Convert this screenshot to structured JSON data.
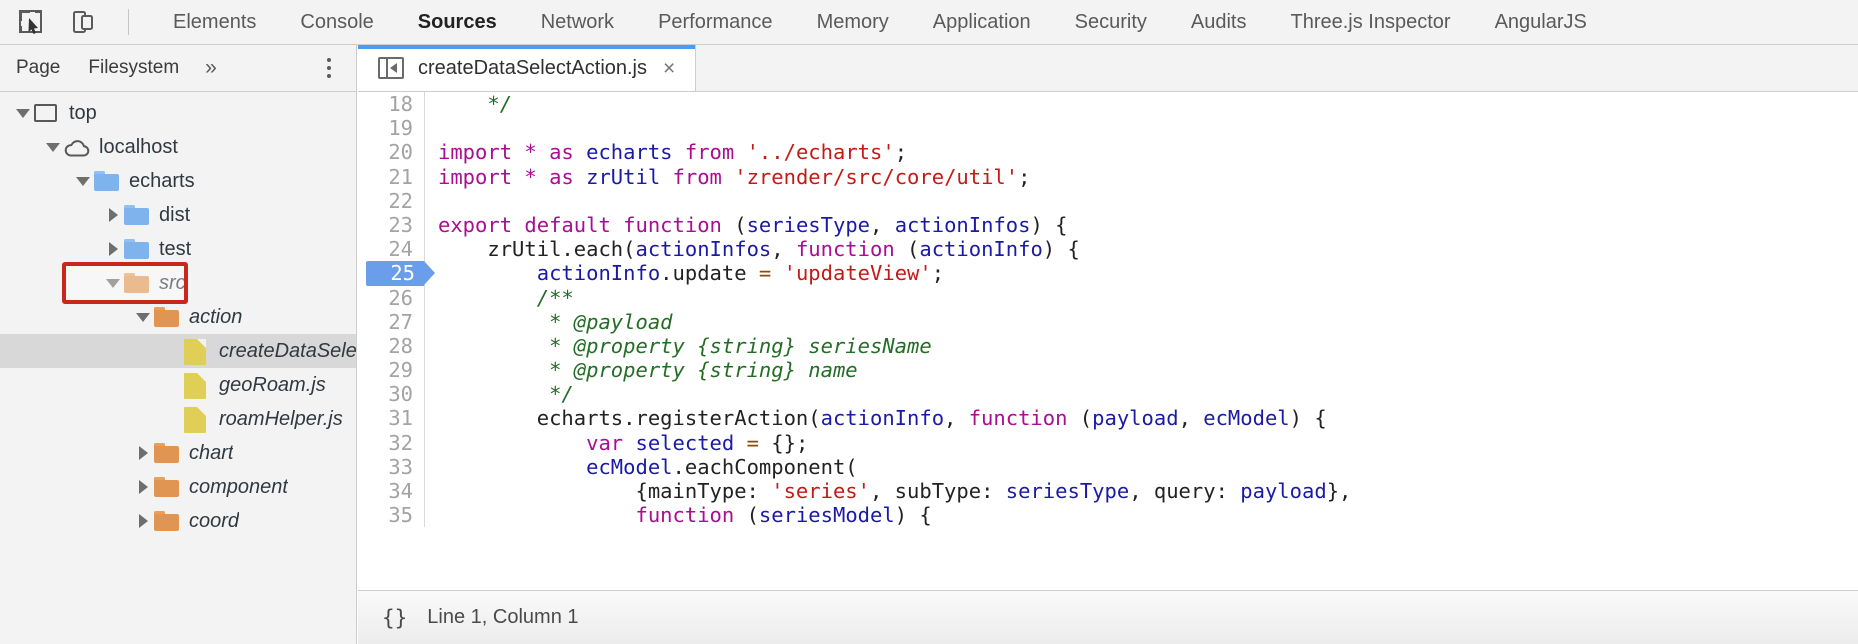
{
  "topbar": {
    "icons": [
      {
        "name": "inspect-element-icon",
        "glyph": "cursor-box"
      },
      {
        "name": "device-toolbar-icon",
        "glyph": "device"
      }
    ],
    "tabs": [
      {
        "label": "Elements",
        "active": false
      },
      {
        "label": "Console",
        "active": false
      },
      {
        "label": "Sources",
        "active": true
      },
      {
        "label": "Network",
        "active": false
      },
      {
        "label": "Performance",
        "active": false
      },
      {
        "label": "Memory",
        "active": false
      },
      {
        "label": "Application",
        "active": false
      },
      {
        "label": "Security",
        "active": false
      },
      {
        "label": "Audits",
        "active": false
      },
      {
        "label": "Three.js Inspector",
        "active": false
      },
      {
        "label": "AngularJS",
        "active": false
      }
    ]
  },
  "sidebar": {
    "tabs": [
      {
        "label": "Page",
        "active": true
      },
      {
        "label": "Filesystem",
        "active": false
      }
    ],
    "more_label": "»",
    "menu_icon": "kebab-menu-icon",
    "tree": [
      {
        "label": "top",
        "icon": "window-icon",
        "state": "expanded",
        "indent": 0,
        "italic": false,
        "selected": false
      },
      {
        "label": "localhost",
        "icon": "cloud-icon",
        "state": "expanded",
        "indent": 1,
        "italic": false,
        "selected": false
      },
      {
        "label": "echarts",
        "icon": "folder-blue-icon",
        "state": "expanded",
        "indent": 2,
        "italic": false,
        "selected": false
      },
      {
        "label": "dist",
        "icon": "folder-blue-icon",
        "state": "collapsed",
        "indent": 3,
        "italic": false,
        "selected": false
      },
      {
        "label": "test",
        "icon": "folder-blue-icon",
        "state": "collapsed",
        "indent": 3,
        "italic": false,
        "selected": false
      },
      {
        "label": "src",
        "icon": "folder-orange-icon",
        "state": "expanded",
        "indent": 3,
        "italic": true,
        "selected": false,
        "annotated": true
      },
      {
        "label": "action",
        "icon": "folder-orange-icon",
        "state": "expanded",
        "indent": 4,
        "italic": true,
        "selected": false
      },
      {
        "label": "createDataSelectAction.js",
        "icon": "file-js-icon",
        "state": "leaf",
        "indent": 5,
        "italic": true,
        "selected": true
      },
      {
        "label": "geoRoam.js",
        "icon": "file-js-icon",
        "state": "leaf",
        "indent": 5,
        "italic": true,
        "selected": false
      },
      {
        "label": "roamHelper.js",
        "icon": "file-js-icon",
        "state": "leaf",
        "indent": 5,
        "italic": true,
        "selected": false
      },
      {
        "label": "chart",
        "icon": "folder-orange-icon",
        "state": "collapsed",
        "indent": 4,
        "italic": true,
        "selected": false
      },
      {
        "label": "component",
        "icon": "folder-orange-icon",
        "state": "collapsed",
        "indent": 4,
        "italic": true,
        "selected": false
      },
      {
        "label": "coord",
        "icon": "folder-orange-icon",
        "state": "collapsed",
        "indent": 4,
        "italic": true,
        "selected": false
      }
    ]
  },
  "editor": {
    "tab": {
      "filename": "createDataSelectAction.js",
      "close_label": "×",
      "nav_icon": "show-navigator-icon",
      "active": true
    },
    "lines": [
      {
        "num": "18",
        "exec": false,
        "tokens": [
          {
            "t": "    ",
            "c": "pl"
          },
          {
            "t": "*/",
            "c": "cm"
          }
        ]
      },
      {
        "num": "19",
        "exec": false,
        "tokens": []
      },
      {
        "num": "20",
        "exec": false,
        "tokens": [
          {
            "t": "import",
            "c": "k"
          },
          {
            "t": " ",
            "c": "pl"
          },
          {
            "t": "*",
            "c": "k"
          },
          {
            "t": " ",
            "c": "pl"
          },
          {
            "t": "as",
            "c": "k"
          },
          {
            "t": " ",
            "c": "pl"
          },
          {
            "t": "echarts",
            "c": "id"
          },
          {
            "t": " ",
            "c": "pl"
          },
          {
            "t": "from",
            "c": "k"
          },
          {
            "t": " ",
            "c": "pl"
          },
          {
            "t": "'../echarts'",
            "c": "st"
          },
          {
            "t": ";",
            "c": "pl"
          }
        ]
      },
      {
        "num": "21",
        "exec": false,
        "tokens": [
          {
            "t": "import",
            "c": "k"
          },
          {
            "t": " ",
            "c": "pl"
          },
          {
            "t": "*",
            "c": "k"
          },
          {
            "t": " ",
            "c": "pl"
          },
          {
            "t": "as",
            "c": "k"
          },
          {
            "t": " ",
            "c": "pl"
          },
          {
            "t": "zrUtil",
            "c": "id"
          },
          {
            "t": " ",
            "c": "pl"
          },
          {
            "t": "from",
            "c": "k"
          },
          {
            "t": " ",
            "c": "pl"
          },
          {
            "t": "'zrender/src/core/util'",
            "c": "st"
          },
          {
            "t": ";",
            "c": "pl"
          }
        ]
      },
      {
        "num": "22",
        "exec": false,
        "tokens": []
      },
      {
        "num": "23",
        "exec": false,
        "tokens": [
          {
            "t": "export",
            "c": "k"
          },
          {
            "t": " ",
            "c": "pl"
          },
          {
            "t": "default",
            "c": "k"
          },
          {
            "t": " ",
            "c": "pl"
          },
          {
            "t": "function",
            "c": "k"
          },
          {
            "t": " (",
            "c": "pl"
          },
          {
            "t": "seriesType",
            "c": "id"
          },
          {
            "t": ", ",
            "c": "pl"
          },
          {
            "t": "actionInfos",
            "c": "id"
          },
          {
            "t": ") {",
            "c": "pl"
          }
        ]
      },
      {
        "num": "24",
        "exec": false,
        "tokens": [
          {
            "t": "    zrUtil.each(",
            "c": "pl"
          },
          {
            "t": "actionInfos",
            "c": "id"
          },
          {
            "t": ", ",
            "c": "pl"
          },
          {
            "t": "function",
            "c": "k"
          },
          {
            "t": " (",
            "c": "pl"
          },
          {
            "t": "actionInfo",
            "c": "id"
          },
          {
            "t": ") {",
            "c": "pl"
          }
        ]
      },
      {
        "num": "25",
        "exec": true,
        "tokens": [
          {
            "t": "        ",
            "c": "pl"
          },
          {
            "t": "actionInfo",
            "c": "id"
          },
          {
            "t": ".update ",
            "c": "pl"
          },
          {
            "t": "=",
            "c": "op"
          },
          {
            "t": " ",
            "c": "pl"
          },
          {
            "t": "'updateView'",
            "c": "st"
          },
          {
            "t": ";",
            "c": "pl"
          }
        ]
      },
      {
        "num": "26",
        "exec": false,
        "tokens": [
          {
            "t": "        ",
            "c": "pl"
          },
          {
            "t": "/**",
            "c": "cm"
          }
        ]
      },
      {
        "num": "27",
        "exec": false,
        "tokens": [
          {
            "t": "         ",
            "c": "pl"
          },
          {
            "t": "* @payload",
            "c": "cm"
          }
        ]
      },
      {
        "num": "28",
        "exec": false,
        "tokens": [
          {
            "t": "         ",
            "c": "pl"
          },
          {
            "t": "* @property {string} seriesName",
            "c": "cm"
          }
        ]
      },
      {
        "num": "29",
        "exec": false,
        "tokens": [
          {
            "t": "         ",
            "c": "pl"
          },
          {
            "t": "* @property {string} name",
            "c": "cm"
          }
        ]
      },
      {
        "num": "30",
        "exec": false,
        "tokens": [
          {
            "t": "         ",
            "c": "pl"
          },
          {
            "t": "*/",
            "c": "cm"
          }
        ]
      },
      {
        "num": "31",
        "exec": false,
        "tokens": [
          {
            "t": "        echarts.registerAction(",
            "c": "pl"
          },
          {
            "t": "actionInfo",
            "c": "id"
          },
          {
            "t": ", ",
            "c": "pl"
          },
          {
            "t": "function",
            "c": "k"
          },
          {
            "t": " (",
            "c": "pl"
          },
          {
            "t": "payload",
            "c": "id"
          },
          {
            "t": ", ",
            "c": "pl"
          },
          {
            "t": "ecModel",
            "c": "id"
          },
          {
            "t": ") {",
            "c": "pl"
          }
        ]
      },
      {
        "num": "32",
        "exec": false,
        "tokens": [
          {
            "t": "            ",
            "c": "pl"
          },
          {
            "t": "var",
            "c": "k"
          },
          {
            "t": " ",
            "c": "pl"
          },
          {
            "t": "selected",
            "c": "id"
          },
          {
            "t": " ",
            "c": "pl"
          },
          {
            "t": "=",
            "c": "op"
          },
          {
            "t": " {};",
            "c": "pl"
          }
        ]
      },
      {
        "num": "33",
        "exec": false,
        "tokens": [
          {
            "t": "            ",
            "c": "pl"
          },
          {
            "t": "ecModel",
            "c": "id"
          },
          {
            "t": ".eachComponent(",
            "c": "pl"
          }
        ]
      },
      {
        "num": "34",
        "exec": false,
        "tokens": [
          {
            "t": "                {mainType: ",
            "c": "pl"
          },
          {
            "t": "'series'",
            "c": "st"
          },
          {
            "t": ", subType: ",
            "c": "pl"
          },
          {
            "t": "seriesType",
            "c": "id"
          },
          {
            "t": ", query: ",
            "c": "pl"
          },
          {
            "t": "payload",
            "c": "id"
          },
          {
            "t": "},",
            "c": "pl"
          }
        ]
      },
      {
        "num": "35",
        "exec": false,
        "tokens": [
          {
            "t": "                ",
            "c": "pl"
          },
          {
            "t": "function",
            "c": "k"
          },
          {
            "t": " (",
            "c": "pl"
          },
          {
            "t": "seriesModel",
            "c": "id"
          },
          {
            "t": ") {",
            "c": "pl"
          }
        ]
      }
    ]
  },
  "status": {
    "format_icon": "pretty-print-braces-icon",
    "format_label": "{}",
    "position_text": "Line 1, Column 1"
  }
}
